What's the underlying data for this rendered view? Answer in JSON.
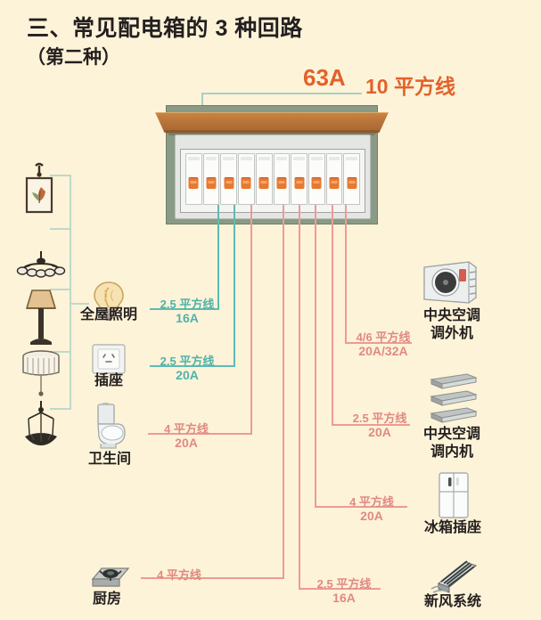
{
  "title": {
    "line1": "三、常见配电箱的 3 种回路",
    "line2": "（第二种）"
  },
  "main_feed": {
    "amp": "63A",
    "wire": "10 平方线"
  },
  "panel": {
    "breaker_count": 10,
    "switch_color": "#E8792F",
    "wall_color": "#8A9B85",
    "shelf_color": "#B8743A",
    "box_color": "#F4F5F3"
  },
  "colors": {
    "background": "#FDF3D8",
    "accent_orange": "#E2622B",
    "teal": "#4FB3AA",
    "pink": "#E08A82",
    "text": "#231F20"
  },
  "left_circuits": [
    {
      "id": "lighting",
      "label": "全屋照明",
      "icon": "light-bulb-icon",
      "wire": "2.5 平方线",
      "amp": "16A",
      "color": "teal"
    },
    {
      "id": "socket",
      "label": "插座",
      "icon": "wall-socket-icon",
      "wire": "2.5 平方线",
      "amp": "20A",
      "color": "teal"
    },
    {
      "id": "bathroom",
      "label": "卫生间",
      "icon": "toilet-icon",
      "wire": "4 平方线",
      "amp": "20A",
      "color": "pink"
    },
    {
      "id": "kitchen",
      "label": "厨房",
      "icon": "gas-stove-icon",
      "wire": "4 平方线",
      "amp": "",
      "color": "pink"
    }
  ],
  "right_circuits": [
    {
      "id": "ac-outdoor",
      "label_line1": "中央空调",
      "label_line2": "调外机",
      "icon": "ac-outdoor-unit-icon",
      "wire": "4/6 平方线",
      "amp": "20A/32A",
      "color": "pink"
    },
    {
      "id": "ac-indoor",
      "label_line1": "中央空调",
      "label_line2": "调内机",
      "icon": "ac-indoor-unit-icon",
      "wire": "2.5 平方线",
      "amp": "20A",
      "color": "pink"
    },
    {
      "id": "fridge",
      "label_line1": "冰箱插座",
      "label_line2": "",
      "icon": "refrigerator-icon",
      "wire": "4 平方线",
      "amp": "20A",
      "color": "pink"
    },
    {
      "id": "fresh-air",
      "label_line1": "新风系统",
      "label_line2": "",
      "icon": "fresh-air-system-icon",
      "wire": "2.5 平方线",
      "amp": "16A",
      "color": "pink"
    }
  ],
  "lamp_icons": [
    {
      "id": "wall-sconce",
      "name": "wall-sconce-icon"
    },
    {
      "id": "chandelier",
      "name": "chandelier-icon"
    },
    {
      "id": "table-lamp",
      "name": "table-lamp-icon"
    },
    {
      "id": "pendant-drum-lamp",
      "name": "pendant-drum-lamp-icon"
    },
    {
      "id": "pendant-lamp",
      "name": "pendant-lamp-icon"
    }
  ]
}
